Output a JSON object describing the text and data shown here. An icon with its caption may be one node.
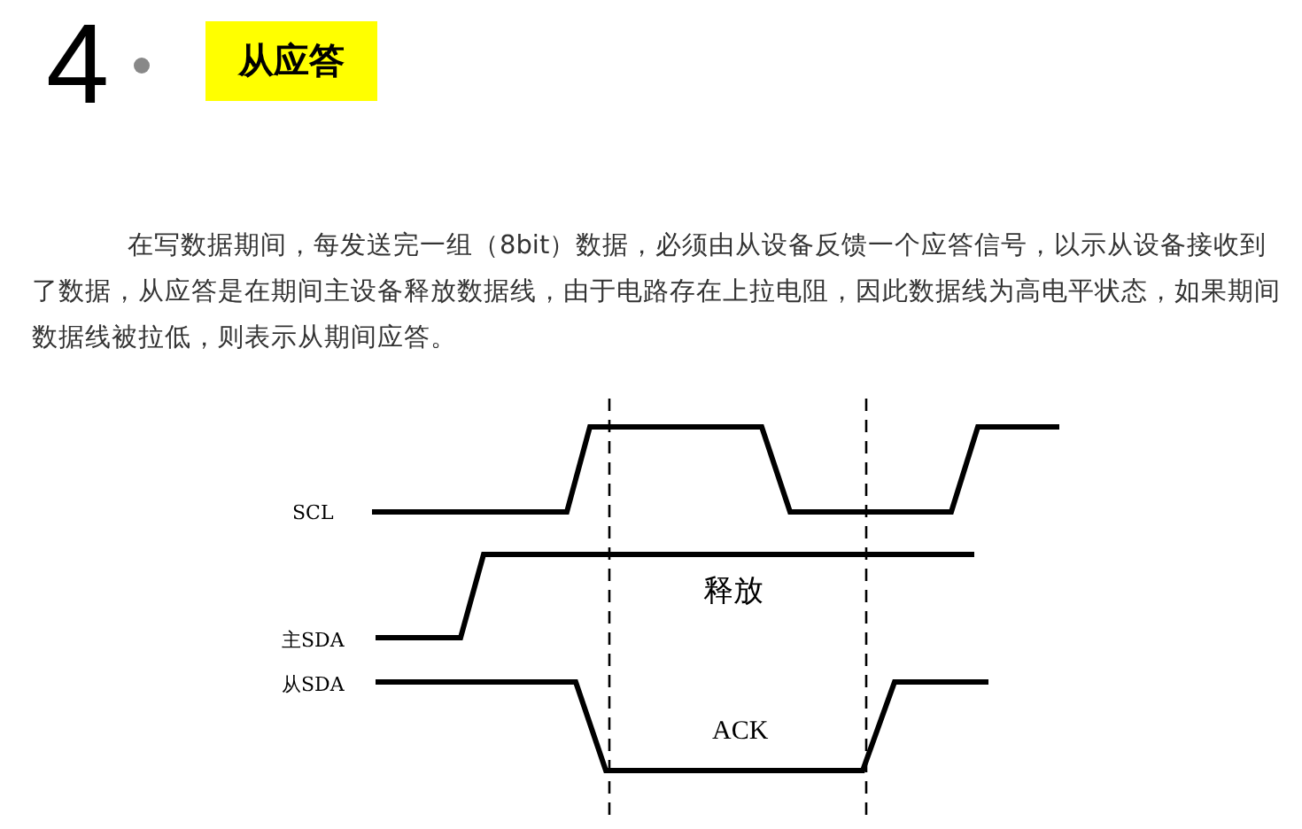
{
  "diagram": {
    "title": "从应答",
    "labels": [
      "4",
      "在写数据期间，每发送完一组（8bit）数据，必须由从设备反馈一个应答信号，以示从设备接收到了数据，从应答是在期间主设备释放数据线，由于电路存在上拉电阻，因此数据线为高电平状态，如果期间数据线被拉低，则表示从期间应答。",
      "SCL",
      "主SDA",
      "从SDA",
      "释放",
      "ACK"
    ]
  }
}
